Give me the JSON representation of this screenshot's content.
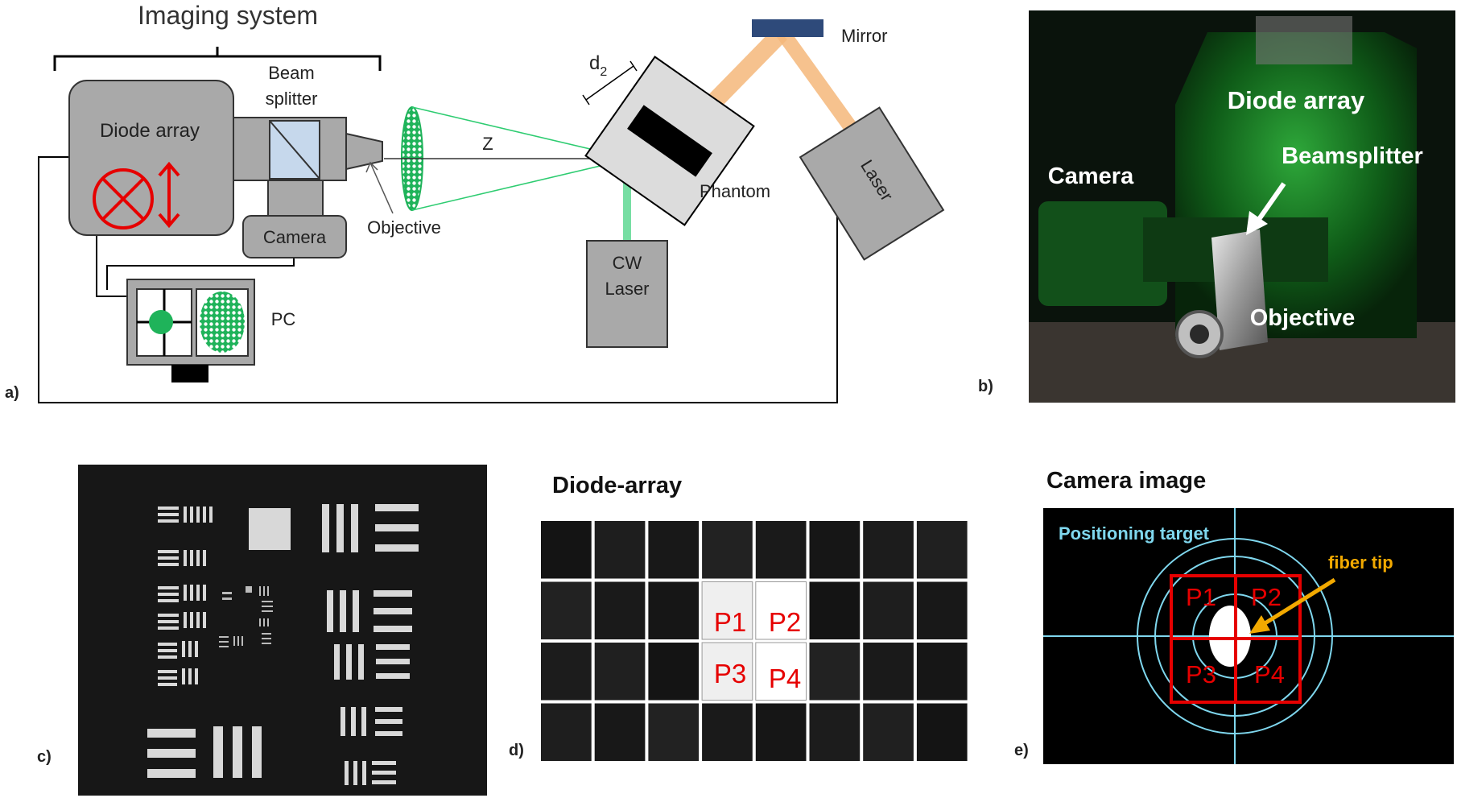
{
  "panel_a": {
    "tag": "a)",
    "imaging_system_label": "Imaging system",
    "diode_array_label": "Diode array",
    "beam_splitter_label": [
      "Beam",
      "splitter"
    ],
    "camera_label": "Camera",
    "objective_label": "Objective",
    "pc_label": "PC",
    "z_label": "Z",
    "d2_label": "d",
    "d2_sub": "2",
    "phantom_label": "Phantom",
    "mirror_label": "Mirror",
    "laser_label": "Laser",
    "cw_laser_label": [
      "CW",
      "Laser"
    ],
    "colors": {
      "beam_green": "#2ecc71",
      "beam_orange": "#f5b77a",
      "mirror": "#2e4a7a",
      "red": "#e60000"
    }
  },
  "panel_b": {
    "tag": "b)",
    "labels": {
      "diode_array": "Diode array",
      "camera": "Camera",
      "beamsplitter": "Beamsplitter",
      "objective": "Objective"
    }
  },
  "panel_c": {
    "tag": "c)"
  },
  "panel_d": {
    "tag": "d)",
    "title": "Diode-array",
    "pixels": [
      "P1",
      "P2",
      "P3",
      "P4"
    ]
  },
  "panel_e": {
    "tag": "e)",
    "title": "Camera image",
    "positioning_target_label": "Positioning target",
    "fiber_tip_label": "fiber tip",
    "quadrants": [
      "P1",
      "P2",
      "P3",
      "P4"
    ],
    "colors": {
      "target": "#7fd7ee",
      "quadrant": "#e60000",
      "arrow": "#f2a900"
    }
  }
}
